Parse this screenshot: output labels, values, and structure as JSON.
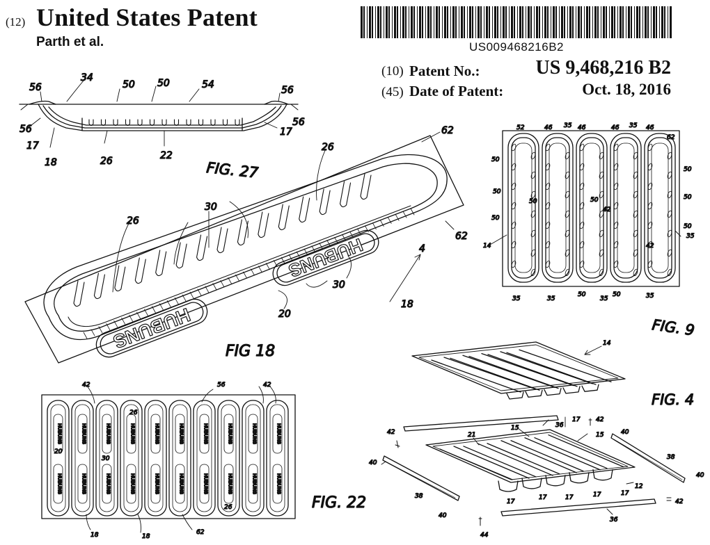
{
  "header": {
    "kind_code": "(12)",
    "title": "United States Patent",
    "inventors": "Parth et al.",
    "barcode_number": "US009468216B2"
  },
  "bibliographic": {
    "patent_no_code": "(10)",
    "patent_no_label": "Patent No.:",
    "patent_no_value": "US 9,468,216 B2",
    "date_code": "(45)",
    "date_label": "Date of Patent:",
    "date_value": "Oct. 18, 2016"
  },
  "drawing_brand": "HUBUNS",
  "figures": {
    "fig27": {
      "label": "FIG. 27",
      "refs": {
        "r34": "34",
        "r50a": "50",
        "r50b": "50",
        "r54": "54",
        "r56a": "56",
        "r56b": "56",
        "r56c": "56",
        "r56d": "56",
        "r17a": "17",
        "r17b": "17",
        "r18": "18",
        "r26": "26",
        "r22": "22"
      }
    },
    "fig18": {
      "label": "FIG 18",
      "refs": {
        "r62a": "62",
        "r62b": "62",
        "r26a": "26",
        "r26b": "26",
        "r30a": "30",
        "r30b": "30",
        "r20": "20",
        "r18": "18",
        "r4": "4"
      }
    },
    "fig9": {
      "label": "FIG. 9",
      "refs": {
        "r52": "52",
        "r46a": "46",
        "r35a": "35",
        "r46b": "46",
        "r46c": "46",
        "r35b": "35",
        "r46d": "46",
        "r62": "62",
        "r50a": "50",
        "r50b": "50",
        "r50c": "50",
        "r50d": "50",
        "r50e": "50",
        "r50f": "50",
        "r50g": "50",
        "r42a": "42",
        "r42b": "42",
        "r14": "14",
        "r35c": "35",
        "r35d": "35",
        "r50h": "50",
        "r35e": "35",
        "r50i": "50",
        "r50j": "50",
        "r35f": "35",
        "r35g": "35"
      }
    },
    "fig4": {
      "label": "FIG. 4",
      "refs": {
        "r14": "14",
        "r36a": "36",
        "r17a": "17",
        "r42a": "42",
        "r40a": "40",
        "r42b": "42",
        "r21": "21",
        "r15a": "15",
        "r15b": "15",
        "r38a": "38",
        "r40b": "40",
        "r40c": "40",
        "r12": "12",
        "r38b": "38",
        "r40d": "40",
        "r17b": "17",
        "r17c": "17",
        "r17d": "17",
        "r17e": "17",
        "r17f": "17",
        "r42c": "42",
        "r36b": "36",
        "r44": "44"
      }
    },
    "fig22": {
      "label": "FIG. 22",
      "refs": {
        "r42a": "42",
        "r56": "56",
        "r42b": "42",
        "r26a": "26",
        "r20": "20",
        "r30": "30",
        "r26b": "26",
        "r18a": "18",
        "r18b": "18",
        "r62": "62"
      }
    }
  }
}
